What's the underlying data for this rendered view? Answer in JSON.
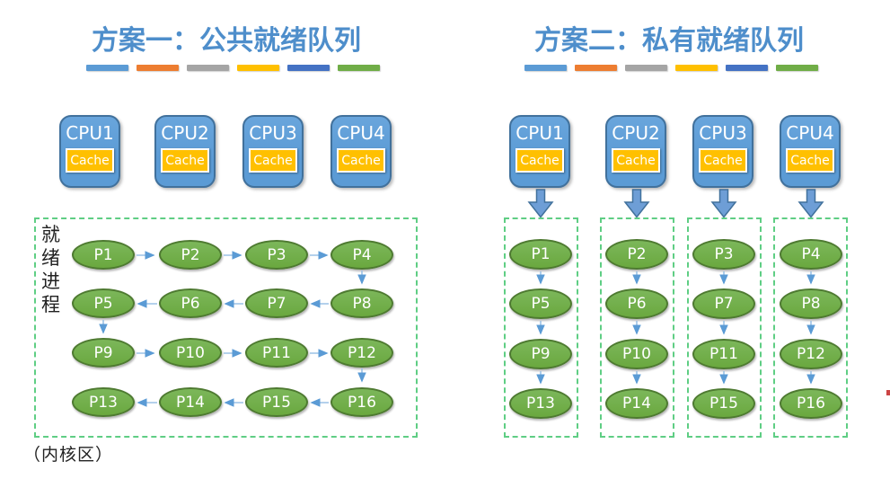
{
  "colors": {
    "title": "#4e8ecb",
    "cpu_fill": "#5b9bd5",
    "cpu_border": "#41719c",
    "cache_fill": "#ffc000",
    "process_fill": "#70ad47",
    "process_border": "#4e7a31",
    "queue_dashed_border": "#5fce84",
    "thin_arrow_line": "#9cc2e5",
    "thin_arrow_head": "#5b9bd5",
    "block_arrow_fill": "#6e9ed6",
    "block_arrow_border": "#41719c",
    "dashes": [
      "#5b9bd5",
      "#ed7d31",
      "#a5a5a5",
      "#ffc000",
      "#4472c4",
      "#70ad47"
    ]
  },
  "cpu_labels": [
    "CPU1",
    "CPU2",
    "CPU3",
    "CPU4"
  ],
  "cache_label": "Cache",
  "left": {
    "title": "方案一：公共就绪队列",
    "queue_label": "就绪进程",
    "kernel_caption": "（内核区）",
    "rows": [
      [
        "P1",
        "P2",
        "P3",
        "P4"
      ],
      [
        "P5",
        "P6",
        "P7",
        "P8"
      ],
      [
        "P9",
        "P10",
        "P11",
        "P12"
      ],
      [
        "P13",
        "P14",
        "P15",
        "P16"
      ]
    ],
    "flow_order": "P1→P2→P3→P4→P8→P7→P6→P5→P9→P10→P11→P12→P16→P15→P14→P13 (single shared serpentine queue)"
  },
  "right": {
    "title": "方案二：私有就绪队列",
    "columns": [
      [
        "P1",
        "P5",
        "P9",
        "P13"
      ],
      [
        "P2",
        "P6",
        "P10",
        "P14"
      ],
      [
        "P3",
        "P7",
        "P11",
        "P15"
      ],
      [
        "P4",
        "P8",
        "P12",
        "P16"
      ]
    ],
    "flow_order": "each CPU feeds its own private queue top-to-bottom"
  }
}
